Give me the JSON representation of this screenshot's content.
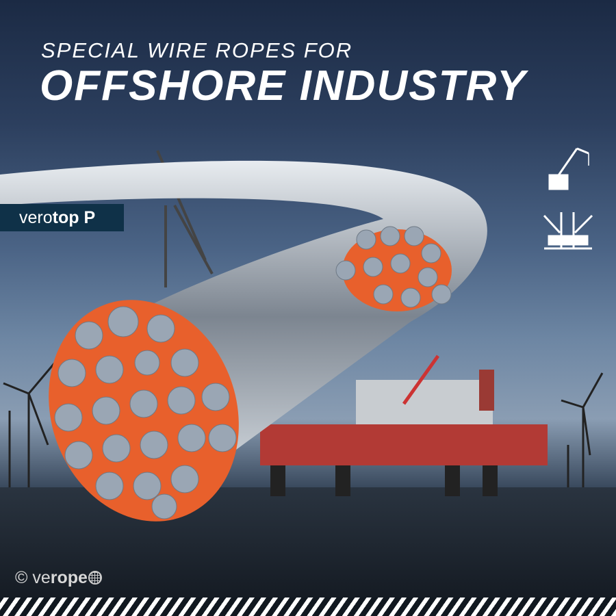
{
  "header": {
    "line1": "SPECIAL WIRE ROPES FOR",
    "line2": "OFFSHORE INDUSTRY"
  },
  "product": {
    "prefix": "vero",
    "bold": "top P"
  },
  "icons": [
    "offshore-crane-icon",
    "jack-up-vessel-icon"
  ],
  "brand": {
    "copyright": "©",
    "prefix": "ve",
    "bold": "rope"
  },
  "colors": {
    "core": "#e8602c",
    "wire": "#9aa6b4",
    "badge": "#0f3148"
  }
}
